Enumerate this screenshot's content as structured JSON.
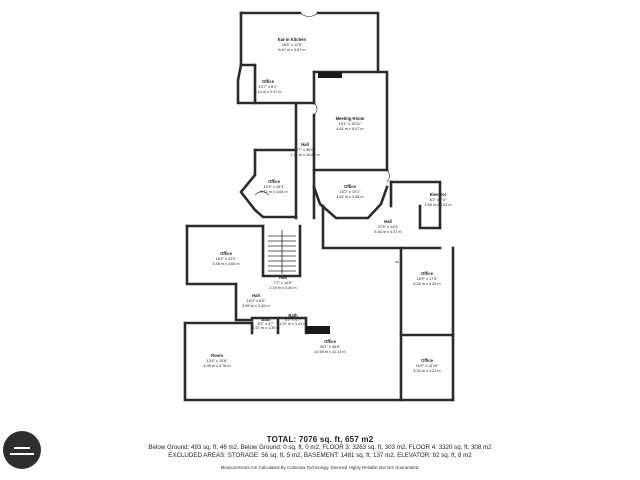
{
  "rooms": [
    {
      "id": "eat-in-kitchen",
      "name": "Eat-in Kitchen",
      "imperial": "28'5\" x 12'8\"",
      "metric": "8.67 m x 3.87 m"
    },
    {
      "id": "office-1",
      "name": "Office",
      "imperial": "13'7\" x 8'1\"",
      "metric": "4.14 m x 2.47 m"
    },
    {
      "id": "meeting-room",
      "name": "Meeting Room",
      "imperial": "15'1\" x 19'11\"",
      "metric": "4.61 m x 6.07 m"
    },
    {
      "id": "hall-1",
      "name": "Hall",
      "imperial": "5'7\" x 35'0\"",
      "metric": "1.71 m x 10.66 m"
    },
    {
      "id": "office-2",
      "name": "Office",
      "imperial": "12'4\" x 15'3\"",
      "metric": "3.77 m x 4.64 m"
    },
    {
      "id": "office-3",
      "name": "Office",
      "imperial": "15'2\" x 10'1\"",
      "metric": "4.62 m x 3.08 m"
    },
    {
      "id": "elevator",
      "name": "Elevator",
      "imperial": "6'2\" x 7'4\"",
      "metric": "1.89 m x 2.23 m"
    },
    {
      "id": "hall-2",
      "name": "Hall",
      "imperial": "27'5\" x 14'4\"",
      "metric": "8.36 m x 4.37 m"
    },
    {
      "id": "office-4",
      "name": "Office",
      "imperial": "16'4\" x 12'0\"",
      "metric": "4.98 m x 3.65 m"
    },
    {
      "id": "hall-3",
      "name": "Hall",
      "imperial": "7'2\" x 14'5\"",
      "metric": "2.19 m x 4.40 m"
    },
    {
      "id": "office-5",
      "name": "Office",
      "imperial": "16'9\" x 17'3\"",
      "metric": "5.26 m x 5.26 m"
    },
    {
      "id": "hall-4",
      "name": "Hall",
      "imperial": "16'0\" x 8'0\"",
      "metric": "4.89 m x 2.45 m"
    },
    {
      "id": "bath-1",
      "name": "Bath",
      "imperial": "5'2\" x 4'7\"",
      "metric": "1.57 m x 1.39 m"
    },
    {
      "id": "bath-2",
      "name": "Bath",
      "imperial": "5'2\" x 4'7\"",
      "metric": "1.57 m x 1.41 m"
    },
    {
      "id": "office-6",
      "name": "Office",
      "imperial": "35'1\" x 36'6\"",
      "metric": "10.69 m x 11.13 m"
    },
    {
      "id": "room",
      "name": "Room",
      "imperial": "13'4\" x 15'8\"",
      "metric": "4.06 m x 4.78 m"
    },
    {
      "id": "office-7",
      "name": "Office",
      "imperial": "16'9\" x 13'10\"",
      "metric": "5.26 m x 4.22 m"
    }
  ],
  "footer": {
    "total": "TOTAL: 7076 sq. ft, 657 m2",
    "line1": "Below Ground: 493 sq. ft, 46 m2, Below Ground: 0 sq. ft, 0 m2, FLOOR 3: 3263 sq. ft, 303 m2, FLOOR 4: 3320 sq. ft, 308 m2",
    "line2": "EXCLUDED AREAS: STORAGE: 56 sq. ft, 5 m2, BASEMENT: 1481 sq. ft, 137 m2, ELEVATOR: 92 sq. ft, 8 m2",
    "disclaimer": "Measurements Are Calculated By Cubicasa Technology. Deemed Highly Reliable But Not Guaranteed."
  },
  "colors": {
    "wall": "#2b2b2b",
    "text": "#222222",
    "background": "#ffffff"
  }
}
